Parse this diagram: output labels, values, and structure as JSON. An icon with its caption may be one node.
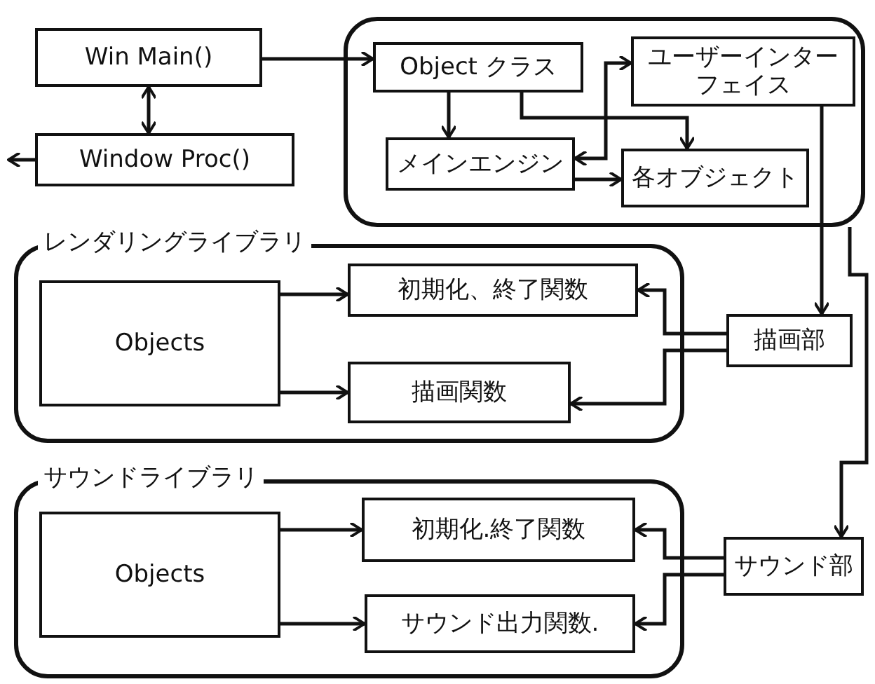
{
  "diagram": {
    "nodes": [
      {
        "text": [
          "Win Main()"
        ]
      },
      {
        "text": [
          "Window Proc()"
        ]
      },
      {
        "text": [],
        "shape": "box"
      },
      {
        "text": [
          "Object クラス"
        ],
        "in": 2
      },
      {
        "text": [
          "ユーザーインターフェイス"
        ],
        "in": 2
      },
      {
        "text": [
          "メインエンジン"
        ],
        "in": 2
      },
      {
        "text": [
          "各オブジェクト"
        ],
        "in": 2
      },
      {
        "text": [
          "レンダリングライブラリ"
        ]
      },
      {
        "text": [
          "Objects"
        ],
        "in": 7
      },
      {
        "text": [
          "初期化、終了関数"
        ],
        "in": 7
      },
      {
        "text": [
          "描画関数"
        ],
        "in": 7
      },
      {
        "text": [
          "描画部"
        ]
      },
      {
        "text": [
          "サウンドライブラリ"
        ]
      },
      {
        "text": [
          "Objects"
        ],
        "in": 12
      },
      {
        "text": [
          "初期化.終了関数"
        ],
        "in": 12
      },
      {
        "text": [
          "サウンド出力関数."
        ],
        "in": 12
      },
      {
        "text": [
          "サウンド部"
        ]
      }
    ],
    "edges": [
      {
        "from": 0,
        "to": 1,
        "arrow": "both"
      },
      {
        "from": 1,
        "to": null,
        "arrow": "to"
      },
      {
        "from": 0,
        "to": 3,
        "arrow": "to"
      },
      {
        "from": 3,
        "to": 5,
        "arrow": "to"
      },
      {
        "from": 3,
        "to": 6,
        "arrow": "to"
      },
      {
        "from": 5,
        "to": 4,
        "arrow": "both"
      },
      {
        "from": 5,
        "to": 6,
        "arrow": "to"
      },
      {
        "from": 4,
        "to": 11,
        "arrow": "to"
      },
      {
        "from": 2,
        "to": 16,
        "arrow": "to"
      },
      {
        "from": 8,
        "to": 9,
        "arrow": "to"
      },
      {
        "from": 8,
        "to": 10,
        "arrow": "to"
      },
      {
        "from": 11,
        "to": 9,
        "arrow": "to"
      },
      {
        "from": 11,
        "to": 10,
        "arrow": "to"
      },
      {
        "from": 13,
        "to": 14,
        "arrow": "to"
      },
      {
        "from": 13,
        "to": 15,
        "arrow": "to"
      },
      {
        "from": 16,
        "to": 14,
        "arrow": "to"
      },
      {
        "from": 16,
        "to": 15,
        "arrow": "to"
      }
    ]
  }
}
